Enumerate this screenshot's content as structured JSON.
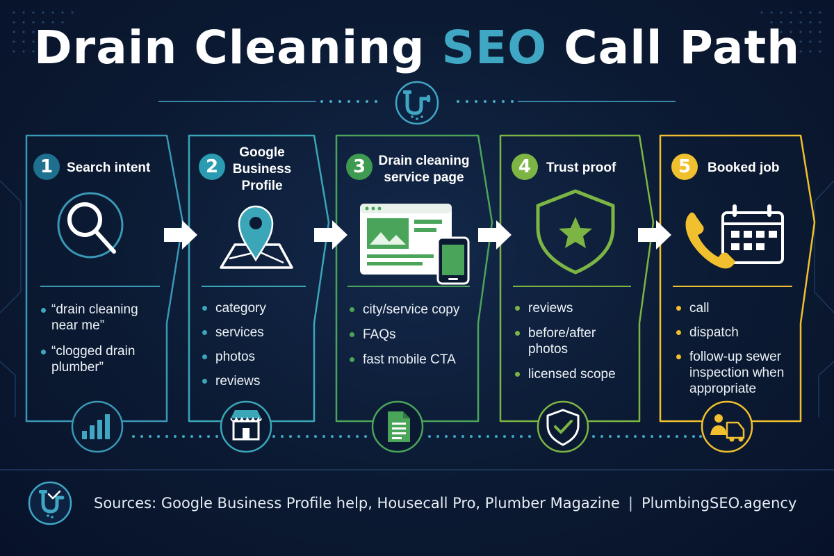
{
  "title": {
    "prefix": "Drain Cleaning",
    "accent": "SEO",
    "suffix": "Call Path"
  },
  "colors": {
    "background": "#0b1a32",
    "accent_teal": "#3fa7c4",
    "step1": "#3a97b6",
    "step2": "#3aa6b8",
    "step3": "#4aa55a",
    "step4": "#7db544",
    "step5": "#f1c02e"
  },
  "steps": [
    {
      "number": "1",
      "title": "Search intent",
      "icon": "magnifier-icon",
      "bottom_icon": "bar-chart-icon",
      "bullets": [
        "“drain cleaning near me”",
        "“clogged drain plumber”"
      ]
    },
    {
      "number": "2",
      "title": "Google Business Profile",
      "icon": "map-pin-icon",
      "bottom_icon": "storefront-icon",
      "bullets": [
        "category",
        "services",
        "photos",
        "reviews"
      ]
    },
    {
      "number": "3",
      "title": "Drain cleaning service page",
      "icon": "webpage-mobile-icon",
      "bottom_icon": "document-icon",
      "bullets": [
        "city/service copy",
        "FAQs",
        "fast mobile CTA"
      ]
    },
    {
      "number": "4",
      "title": "Trust proof",
      "icon": "shield-star-icon",
      "bottom_icon": "shield-check-icon",
      "bullets": [
        "reviews",
        "before/after photos",
        "licensed scope"
      ]
    },
    {
      "number": "5",
      "title": "Booked job",
      "icon": "phone-calendar-icon",
      "bottom_icon": "dispatch-van-icon",
      "bullets": [
        "call",
        "dispatch",
        "follow-up sewer inspection when appropriate"
      ]
    }
  ],
  "footer": {
    "logo_icon": "pipe-logo-icon",
    "sources": "Sources: Google Business Profile help, Housecall Pro, Plumber Magazine",
    "separator": "|",
    "site": "PlumbingSEO.agency"
  }
}
